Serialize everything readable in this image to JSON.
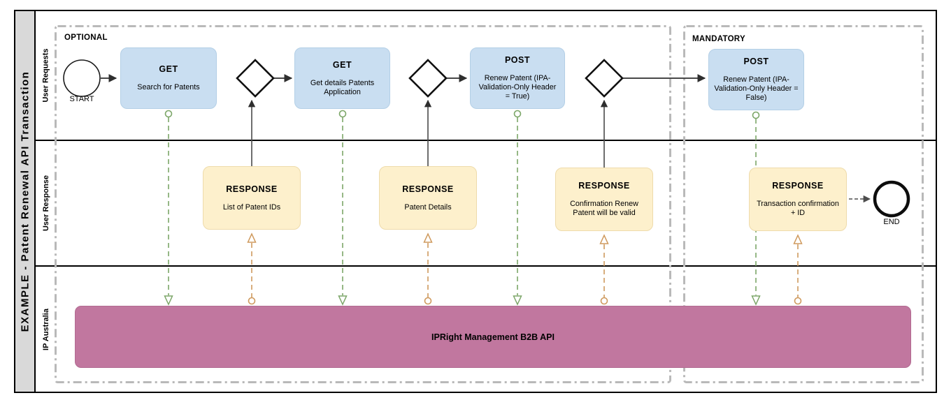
{
  "diagram_title": "EXAMPLE - Patent Renewal API Transaction",
  "lanes": [
    {
      "label": "User Requests"
    },
    {
      "label": "User Response"
    },
    {
      "label": "IP Australia"
    }
  ],
  "regions": {
    "optional_label": "OPTIONAL",
    "mandatory_label": "MANDATORY"
  },
  "events": {
    "start_label": "START",
    "end_label": "END"
  },
  "requests": [
    {
      "method": "GET",
      "description": "Search for Patents"
    },
    {
      "method": "GET",
      "description": "Get details Patents Application"
    },
    {
      "method": "POST",
      "description": "Renew Patent (IPA-Validation-Only Header = True)"
    },
    {
      "method": "POST",
      "description": "Renew Patent (IPA-Validation-Only Header = False)"
    }
  ],
  "responses": [
    {
      "label": "RESPONSE",
      "description": "List of Patent IDs"
    },
    {
      "label": "RESPONSE",
      "description": "Patent Details"
    },
    {
      "label": "RESPONSE",
      "description": "Confirmation Renew Patent will be valid"
    },
    {
      "label": "RESPONSE",
      "description": "Transaction confirmation + ID"
    }
  ],
  "api": {
    "label": "IPRight Management B2B API"
  },
  "colors": {
    "request_box_fill": "#c9def1",
    "response_box_fill": "#fdf0cc",
    "api_box_fill": "#c1779f",
    "request_connector": "#7ca668",
    "response_connector": "#cf9a5e",
    "pool_title_fill": "#d9d9d9",
    "region_border": "#b9b9b9"
  }
}
